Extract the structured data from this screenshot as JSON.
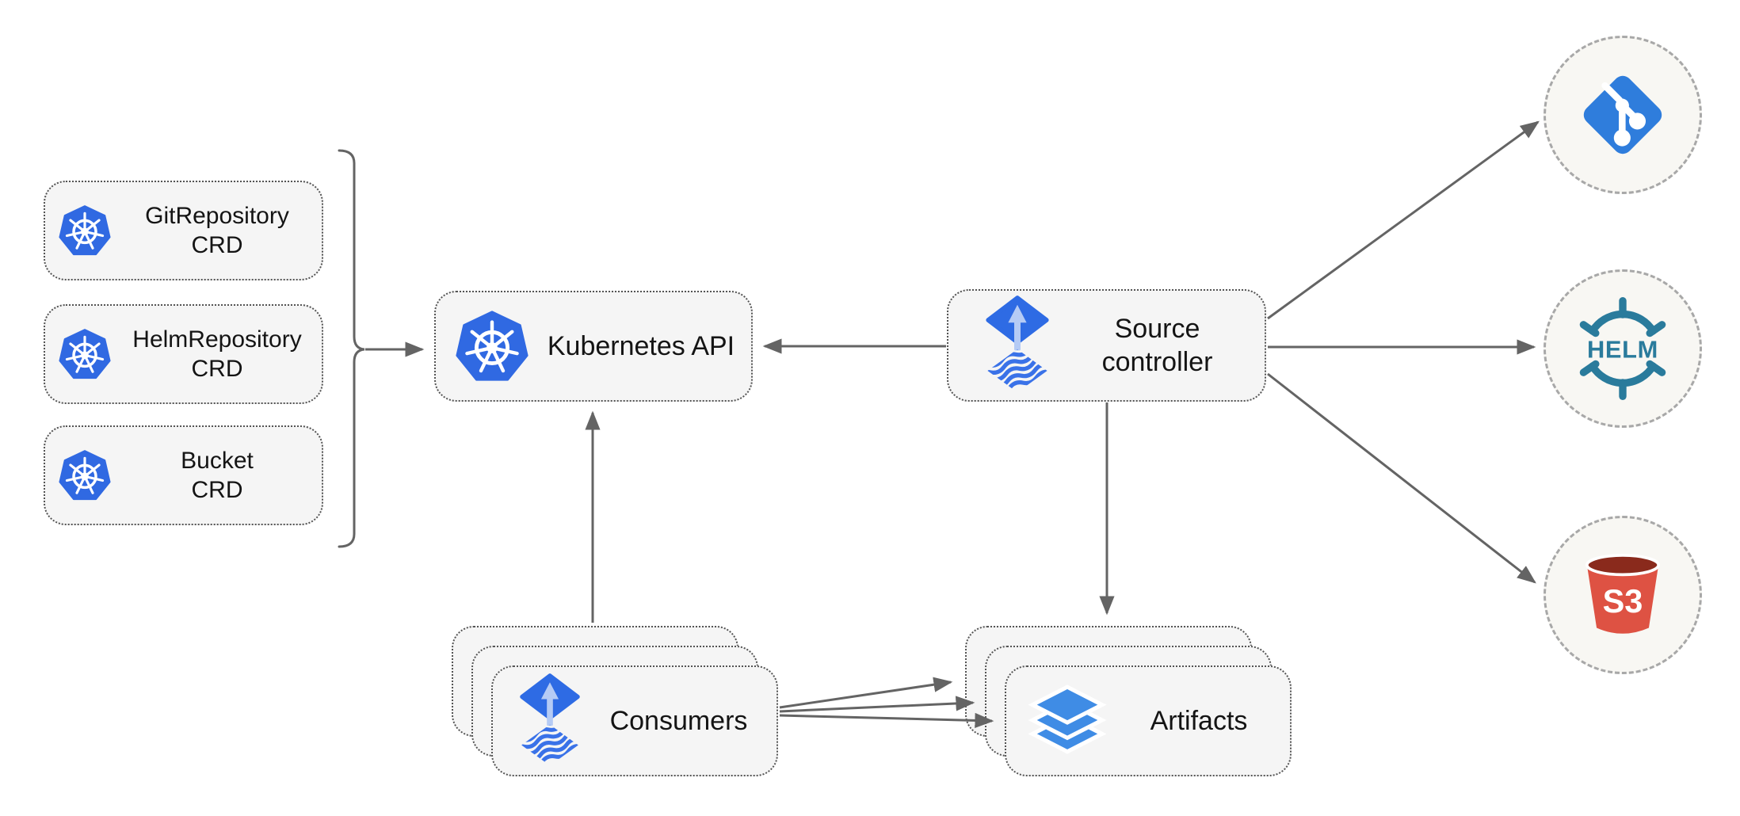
{
  "crd_boxes": [
    {
      "line1": "GitRepository",
      "line2": "CRD"
    },
    {
      "line1": "HelmRepository",
      "line2": "CRD"
    },
    {
      "line1": "Bucket",
      "line2": "CRD"
    }
  ],
  "kubernetes_api": {
    "label": "Kubernetes API"
  },
  "source_controller": {
    "line1": "Source",
    "line2": "controller"
  },
  "consumers": {
    "label": "Consumers"
  },
  "artifacts": {
    "label": "Artifacts"
  },
  "external_sources": {
    "git": {
      "icon": "git-icon"
    },
    "helm": {
      "label": "HELM",
      "icon": "helm-icon"
    },
    "s3": {
      "label": "S3",
      "icon": "s3-bucket-icon"
    }
  },
  "colors": {
    "kubernetes_blue": "#3069e2",
    "flux_blue": "#2e6be4",
    "flux_arrow_light": "#b5cbf5",
    "git_blue": "#2f7ddc",
    "helm_teal": "#2a7b9c",
    "s3_red": "#de5243",
    "s3_dark_red": "#8a2a1c",
    "layers_blue": "#3f8ce5",
    "connector_gray": "#646464",
    "node_fill": "#f5f5f5",
    "circle_fill": "#f8f7f3",
    "border_dotted": "#545454",
    "border_dashed": "#a8a8a8"
  }
}
